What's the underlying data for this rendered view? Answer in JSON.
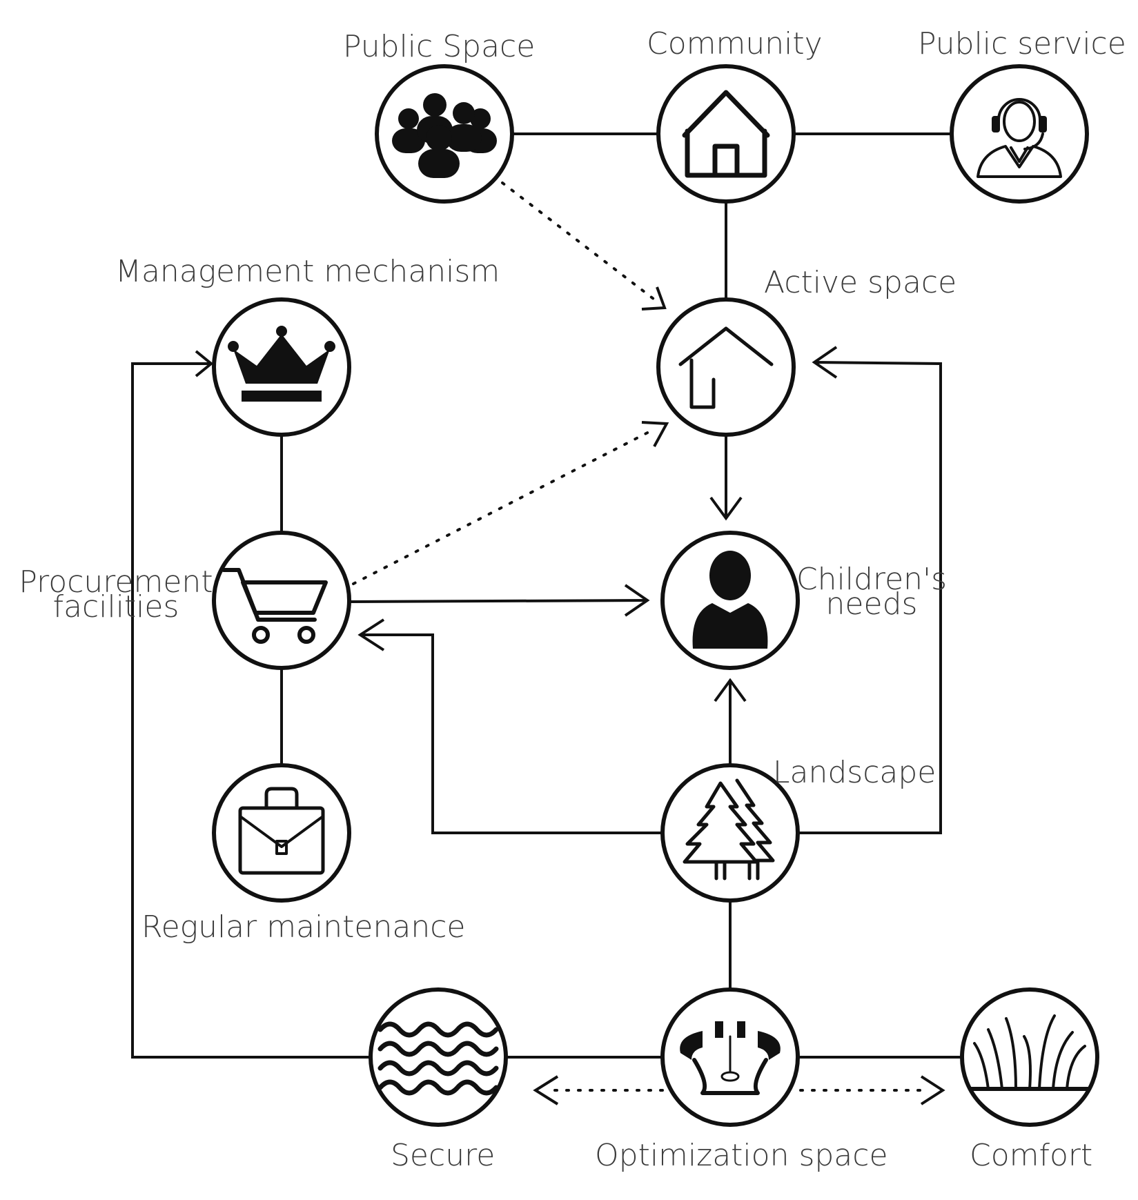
{
  "diagram": {
    "nodes": {
      "public_space": {
        "label": "Public Space",
        "icon": "people-group-icon"
      },
      "community": {
        "label": "Community",
        "icon": "house-icon"
      },
      "public_service": {
        "label": "Public service",
        "icon": "headset-operator-icon"
      },
      "management_mechanism": {
        "label": "Management mechanism",
        "icon": "crown-icon"
      },
      "active_space": {
        "label": "Active space",
        "icon": "house-outline-icon"
      },
      "procurement_facilities": {
        "label_line1": "Procurement",
        "label_line2": "facilities",
        "icon": "shopping-cart-icon"
      },
      "childrens_needs": {
        "label_line1": "Children's",
        "label_line2": "needs",
        "icon": "person-icon"
      },
      "regular_maintenance": {
        "label": "Regular maintenance",
        "icon": "briefcase-icon"
      },
      "landscape": {
        "label": "Landscape",
        "icon": "pine-trees-icon"
      },
      "secure": {
        "label": "Secure",
        "icon": "waves-icon"
      },
      "optimization_space": {
        "label": "Optimization space",
        "icon": "stadium-icon"
      },
      "comfort": {
        "label": "Comfort",
        "icon": "grass-icon"
      }
    },
    "edges": [
      {
        "from": "public_space",
        "to": "community",
        "style": "solid"
      },
      {
        "from": "community",
        "to": "public_service",
        "style": "solid"
      },
      {
        "from": "community",
        "to": "active_space",
        "style": "solid"
      },
      {
        "from": "public_space",
        "to": "active_space",
        "style": "dotted-arrow"
      },
      {
        "from": "active_space",
        "to": "childrens_needs",
        "style": "arrow"
      },
      {
        "from": "management_mechanism",
        "to": "procurement_facilities",
        "style": "solid"
      },
      {
        "from": "procurement_facilities",
        "to": "regular_maintenance",
        "style": "solid"
      },
      {
        "from": "procurement_facilities",
        "to": "active_space",
        "style": "dotted-arrow"
      },
      {
        "from": "procurement_facilities",
        "to": "childrens_needs",
        "style": "arrow"
      },
      {
        "from": "landscape",
        "to": "childrens_needs",
        "style": "arrow"
      },
      {
        "from": "landscape",
        "to": "procurement_facilities",
        "style": "arrow"
      },
      {
        "from": "landscape",
        "to": "active_space",
        "style": "arrow"
      },
      {
        "from": "landscape",
        "to": "optimization_space",
        "style": "solid"
      },
      {
        "from": "secure",
        "to": "optimization_space",
        "style": "solid"
      },
      {
        "from": "optimization_space",
        "to": "comfort",
        "style": "solid"
      },
      {
        "from": "secure",
        "to": "management_mechanism",
        "style": "arrow"
      },
      {
        "from": "optimization_space",
        "to": "secure",
        "style": "dotted-arrow"
      },
      {
        "from": "optimization_space",
        "to": "comfort",
        "style": "dotted-arrow"
      }
    ]
  }
}
